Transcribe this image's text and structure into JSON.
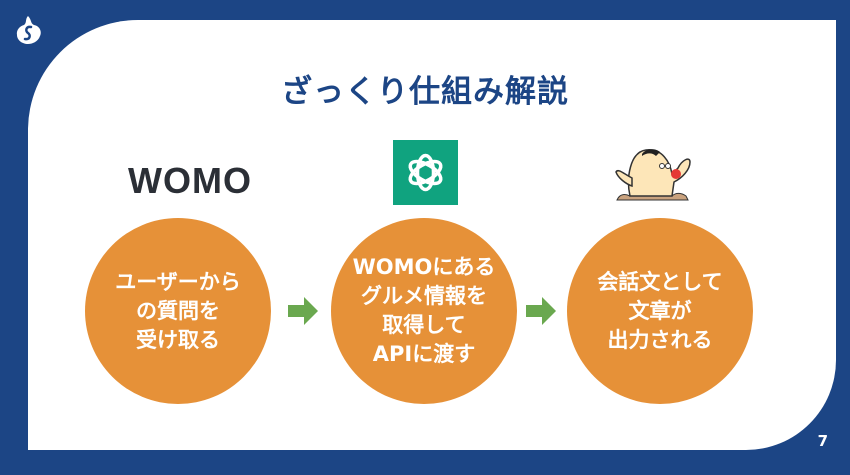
{
  "title": "ざっくり仕組み解説",
  "logos": {
    "womo": "WOMO",
    "chatgpt": "openai-logo-icon",
    "mascot": "mole-mascot-icon"
  },
  "steps": [
    {
      "text": "ユーザーから\nの質問を\n受け取る"
    },
    {
      "text": "WOMOにある\nグルメ情報を\n取得して\nAPIに渡す"
    },
    {
      "text": "会話文として\n文章が\n出力される"
    }
  ],
  "page_number": "7",
  "colors": {
    "navy": "#1c4585",
    "orange": "#e69138",
    "green": "#6aa84f",
    "gpt": "#10a37f"
  }
}
